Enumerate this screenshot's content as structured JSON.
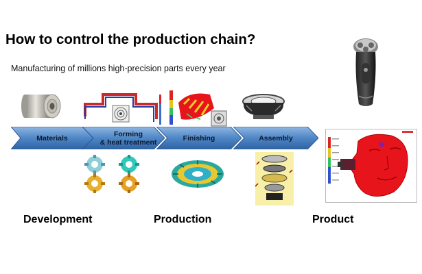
{
  "slide": {
    "title": "How to control the production chain?",
    "subtitle": "Manufacturing of millions high-precision parts every year"
  },
  "process_steps": [
    {
      "label_line1": "Materials",
      "label_line2": ""
    },
    {
      "label_line1": "Forming",
      "label_line2": "& heat treatment"
    },
    {
      "label_line1": "Finishing",
      "label_line2": ""
    },
    {
      "label_line1": "Assembly",
      "label_line2": ""
    }
  ],
  "stages": {
    "development": "Development",
    "production": "Production",
    "product": "Product"
  },
  "colors": {
    "chevron_fill": "#3f78b8",
    "chevron_light": "#6c9fd6",
    "sim_red": "#e8141c",
    "gear_cyan": "#40c8c8",
    "gear_orange": "#e8a020"
  },
  "icons": [
    "steel-coil-image",
    "forming-profile-image",
    "finishing-simulation-image",
    "assembly-part-image",
    "shaver-image",
    "cutter-gear-images",
    "head-simulation-image"
  ]
}
